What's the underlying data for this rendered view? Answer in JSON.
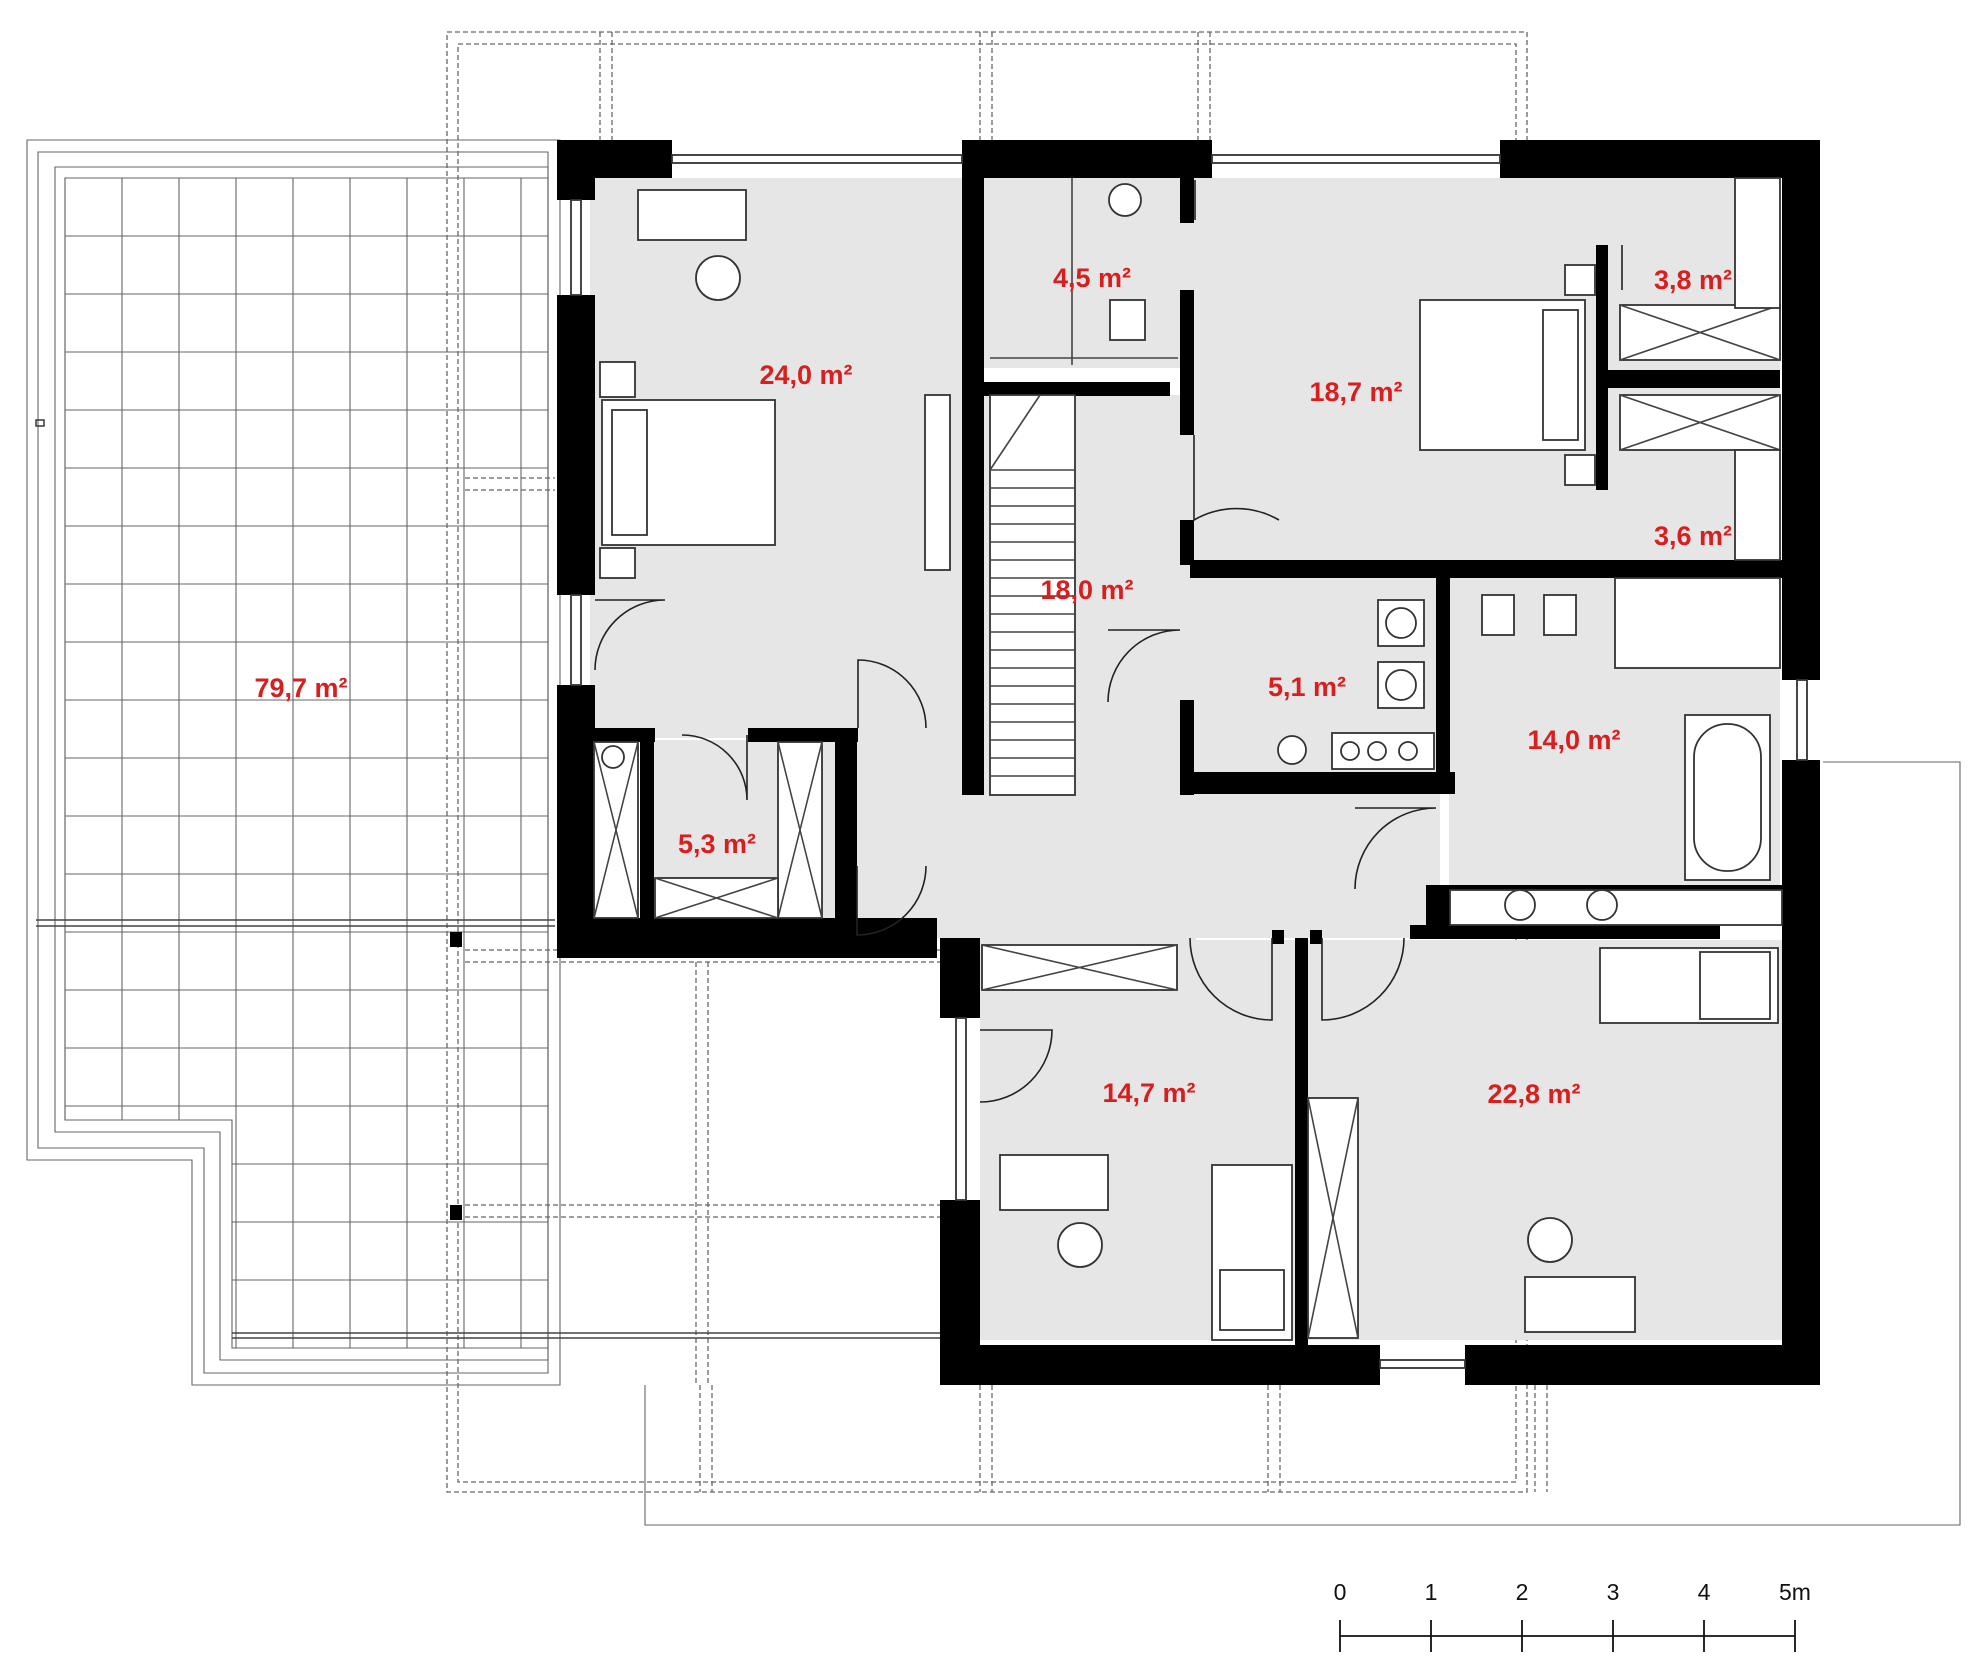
{
  "rooms": [
    {
      "id": "terrace",
      "area": "79,7 m²"
    },
    {
      "id": "bedroom-nw",
      "area": "24,0 m²"
    },
    {
      "id": "wc-north",
      "area": "4,5 m²"
    },
    {
      "id": "bedroom-ne",
      "area": "18,7 m²"
    },
    {
      "id": "closet-ne-top",
      "area": "3,8 m²"
    },
    {
      "id": "closet-ne-bottom",
      "area": "3,6 m²"
    },
    {
      "id": "hall-stairs",
      "area": "18,0 m²"
    },
    {
      "id": "laundry",
      "area": "5,1 m²"
    },
    {
      "id": "bathroom",
      "area": "14,0 m²"
    },
    {
      "id": "dressing-room",
      "area": "5,3 m²"
    },
    {
      "id": "bedroom-s",
      "area": "14,7 m²"
    },
    {
      "id": "bedroom-se",
      "area": "22,8 m²"
    }
  ],
  "scale_bar": {
    "ticks": [
      "0",
      "1",
      "2",
      "3",
      "4",
      "5m"
    ]
  }
}
